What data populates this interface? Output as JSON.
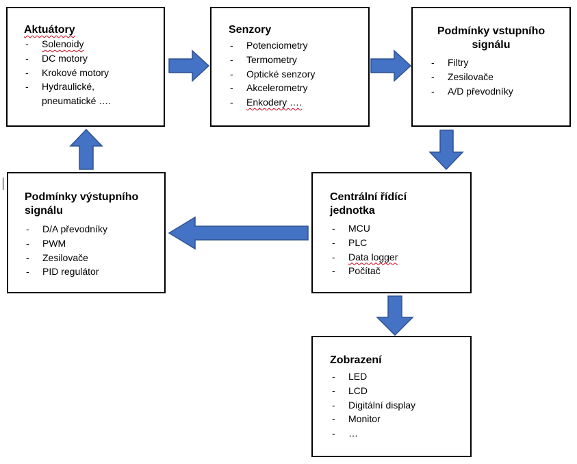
{
  "colors": {
    "arrow_fill": "#4472c4",
    "arrow_stroke": "#2f528f",
    "spell_underline": "#d0021b"
  },
  "boxes": {
    "aktuatory": {
      "title": "Aktuátory",
      "items": [
        "Solenoidy",
        "DC motory",
        "Krokové motory",
        "Hydraulické,",
        "pneumatické …."
      ]
    },
    "senzory": {
      "title": "Senzory",
      "items": [
        "Potenciometry",
        "Termometry",
        "Optické senzory",
        "Akcelerometry",
        "Enkodery …."
      ]
    },
    "vstupni": {
      "title_line1": "Podmínky vstupního",
      "title_line2": "signálu",
      "items": [
        "Filtry",
        "Zesilovače",
        "A/D převodníky"
      ]
    },
    "vystupni": {
      "title_line1": "Podmínky výstupního",
      "title_line2": "signálu",
      "items": [
        "D/A převodníky",
        "PWM",
        "Zesilovače",
        "PID regulátor"
      ]
    },
    "centralni": {
      "title_line1": "Centrální řídící",
      "title_line2": "jednotka",
      "items": [
        "MCU",
        "PLC",
        "Data logger",
        "Počítač"
      ]
    },
    "zobrazeni": {
      "title": "Zobrazení",
      "items": [
        "LED",
        "LCD",
        "Digitální display",
        "Monitor",
        "…"
      ]
    }
  },
  "arrows": [
    {
      "from": "aktuatory",
      "to": "senzory",
      "direction": "right"
    },
    {
      "from": "senzory",
      "to": "vstupni",
      "direction": "right"
    },
    {
      "from": "vstupni",
      "to": "centralni",
      "direction": "down"
    },
    {
      "from": "centralni",
      "to": "vystupni",
      "direction": "left"
    },
    {
      "from": "vystupni",
      "to": "aktuatory",
      "direction": "up"
    },
    {
      "from": "centralni",
      "to": "zobrazeni",
      "direction": "down"
    }
  ]
}
